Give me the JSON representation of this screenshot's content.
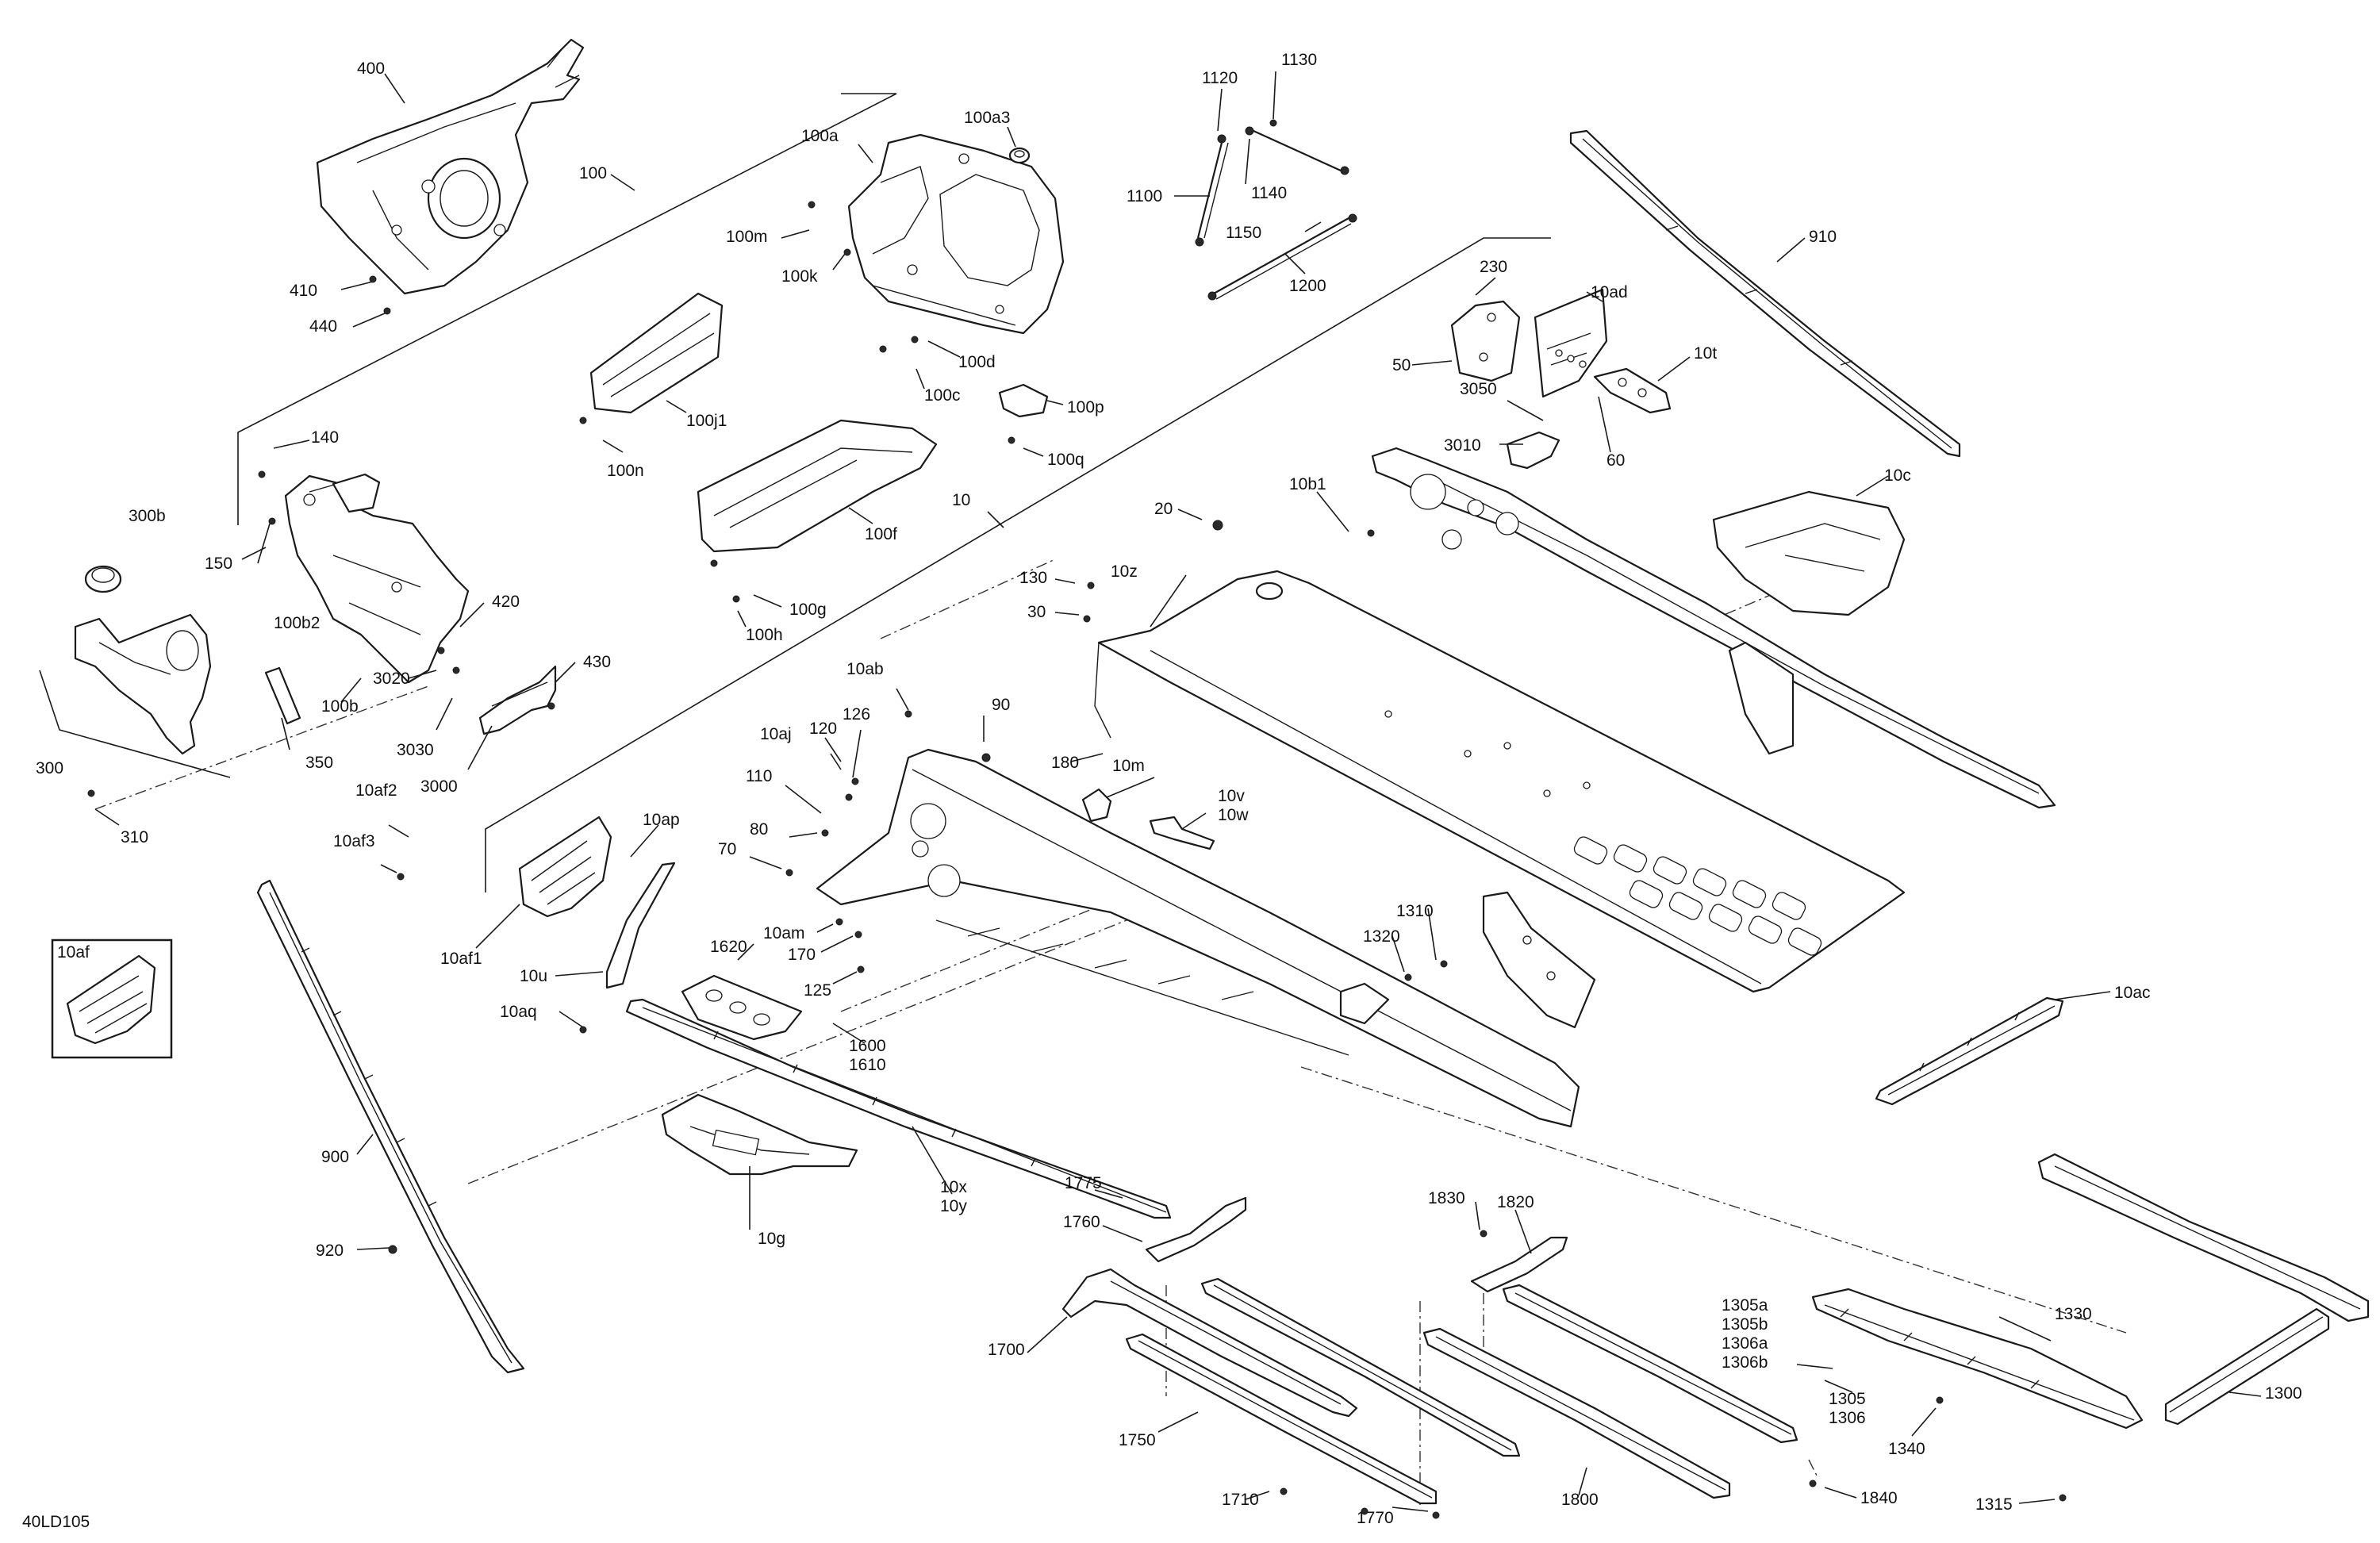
{
  "diagram": {
    "drawing_code": "40LD105",
    "inset_label": "10af",
    "callouts": {
      "c400": "400",
      "c100": "100",
      "c410": "410",
      "c440": "440",
      "c100a": "100a",
      "c100a3": "100a3",
      "c100m": "100m",
      "c100k": "100k",
      "c100d": "100d",
      "c100c": "100c",
      "c100j1": "100j1",
      "c100n": "100n",
      "c100p": "100p",
      "c100q": "100q",
      "c100f": "100f",
      "c100g": "100g",
      "c100h": "100h",
      "c10": "10",
      "c1120": "1120",
      "c1130": "1130",
      "c1100": "1100",
      "c1140": "1140",
      "c1150": "1150",
      "c1200": "1200",
      "c910": "910",
      "c230": "230",
      "c10ad": "10ad",
      "c50": "50",
      "c10t": "10t",
      "c3050": "3050",
      "c3010": "3010",
      "c60": "60",
      "c10b1": "10b1",
      "c10c": "10c",
      "c20": "20",
      "c130": "130",
      "c10z": "10z",
      "c30": "30",
      "c180": "180",
      "c140": "140",
      "c300b": "300b",
      "c150": "150",
      "c100b2": "100b2",
      "c420": "420",
      "c430": "430",
      "c100b": "100b",
      "c3020": "3020",
      "c3030": "3030",
      "c3000": "3000",
      "c300": "300",
      "c350": "350",
      "c310": "310",
      "c10af2": "10af2",
      "c10af3": "10af3",
      "c10ab": "10ab",
      "c90": "90",
      "c10aj": "10aj",
      "c120": "120",
      "c126": "126",
      "c110": "110",
      "c80": "80",
      "c70": "70",
      "c10m": "10m",
      "c10v": "10v",
      "c10w": "10w",
      "c10ap": "10ap",
      "c10af1": "10af1",
      "c10u": "10u",
      "c10aq": "10aq",
      "c1620": "1620",
      "c10am": "10am",
      "c170": "170",
      "c125": "125",
      "c1600": "1600",
      "c1610": "1610",
      "c1310": "1310",
      "c1320": "1320",
      "c10ac": "10ac",
      "c900": "900",
      "c920": "920",
      "c10g": "10g",
      "c10x": "10x",
      "c10y": "10y",
      "c1775": "1775",
      "c1760": "1760",
      "c1830": "1830",
      "c1820": "1820",
      "c1700": "1700",
      "c1750": "1750",
      "c1710": "1710",
      "c1770": "1770",
      "c1800": "1800",
      "c1305a": "1305a",
      "c1305b": "1305b",
      "c1306a": "1306a",
      "c1306b": "1306b",
      "c1305": "1305",
      "c1306": "1306",
      "c1330": "1330",
      "c1340": "1340",
      "c1300": "1300",
      "c1840": "1840",
      "c1315": "1315"
    }
  }
}
